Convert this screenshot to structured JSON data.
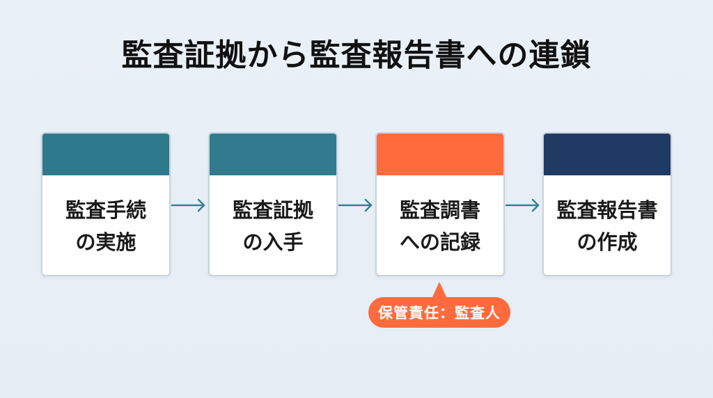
{
  "title": "監査証拠から監査報告書への連鎖",
  "steps": [
    {
      "line1": "監査手続",
      "line2": "の実施",
      "header_color": "#2e7a8c"
    },
    {
      "line1": "監査証拠",
      "line2": "の入手",
      "header_color": "#327b8e"
    },
    {
      "line1": "監査調書",
      "line2": "への記録",
      "header_color": "#ff6b3d"
    },
    {
      "line1": "監査報告書",
      "line2": "の作成",
      "header_color": "#1f3a63"
    }
  ],
  "note": {
    "text": "保管責任：監査人",
    "color": "#ff6b3d"
  },
  "colors": {
    "arrow": "#3a7f92",
    "background": "#e8eef6",
    "card_border": "#c9d3de"
  }
}
